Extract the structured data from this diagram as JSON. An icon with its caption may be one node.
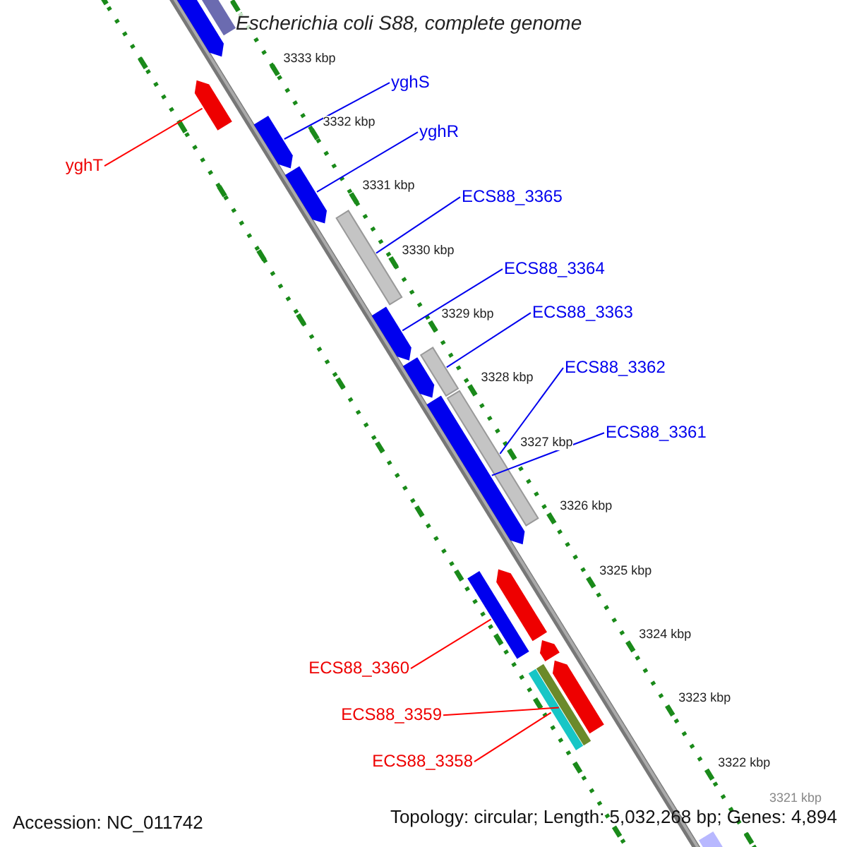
{
  "diagram": {
    "title": "Escherichia coli S88, complete genome",
    "nodes": [
      {
        "text": [
          "yghS"
        ]
      },
      {
        "text": [
          "yghR"
        ]
      },
      {
        "text": [
          "ECS88_3365"
        ]
      },
      {
        "text": [
          "ECS88_3364"
        ]
      },
      {
        "text": [
          "ECS88_3363"
        ]
      },
      {
        "text": [
          "ECS88_3362"
        ]
      },
      {
        "text": [
          "ECS88_3361"
        ]
      },
      {
        "text": [
          "yghT"
        ]
      },
      {
        "text": [
          "ECS88_3360"
        ]
      },
      {
        "text": [
          "ECS88_3359"
        ]
      },
      {
        "text": [
          "ECS88_3358"
        ]
      },
      {
        "text": [],
        "shape": "bar"
      },
      {
        "text": [],
        "shape": "bar"
      },
      {
        "text": [],
        "shape": "bar"
      },
      {
        "text": [],
        "shape": "bar"
      },
      {
        "text": [],
        "shape": "bar"
      },
      {
        "text": [],
        "shape": "bar"
      },
      {
        "text": [],
        "shape": "bar"
      },
      {
        "text": [],
        "shape": "bar"
      },
      {
        "text": [],
        "shape": "bar"
      },
      {
        "text": [],
        "shape": "bar"
      },
      {
        "text": [],
        "shape": "bar"
      },
      {
        "text": [],
        "shape": "bar"
      },
      {
        "text": [],
        "shape": "box"
      },
      {
        "text": [],
        "shape": "bar"
      },
      {
        "text": [],
        "shape": "bar"
      },
      {
        "text": [],
        "shape": "bar"
      },
      {
        "text": [],
        "shape": "bar"
      },
      {
        "text": [],
        "shape": "box"
      }
    ],
    "edges": [
      {
        "from": 0,
        "to": 11,
        "arrow": "none"
      },
      {
        "from": 1,
        "to": 12,
        "arrow": "none"
      },
      {
        "from": 2,
        "to": 13,
        "arrow": "none"
      },
      {
        "from": 3,
        "to": 14,
        "arrow": "none"
      },
      {
        "from": 4,
        "to": 15,
        "arrow": "none"
      },
      {
        "from": 5,
        "to": 16,
        "arrow": "none"
      },
      {
        "from": 6,
        "to": 17,
        "arrow": "none"
      },
      {
        "from": 7,
        "to": 18,
        "arrow": "none",
        "color": "#ff0000"
      },
      {
        "from": 8,
        "to": 19,
        "arrow": "none",
        "color": "#ff0000"
      },
      {
        "from": 9,
        "to": 20,
        "arrow": "none",
        "color": "#ff0000"
      },
      {
        "from": 10,
        "to": 21,
        "arrow": "none",
        "color": "#ff0000"
      }
    ],
    "labels": [
      "3333 kbp",
      "3332 kbp",
      "3331 kbp",
      "3330 kbp",
      "3329 kbp",
      "3328 kbp",
      "3327 kbp",
      "3326 kbp",
      "3325 kbp",
      "3324 kbp",
      "3323 kbp",
      "3322 kbp",
      "3321 kbp",
      "Accession: NC_011742",
      "Topology: circular; Length: 5,032,268 bp; Genes: 4,894"
    ]
  }
}
